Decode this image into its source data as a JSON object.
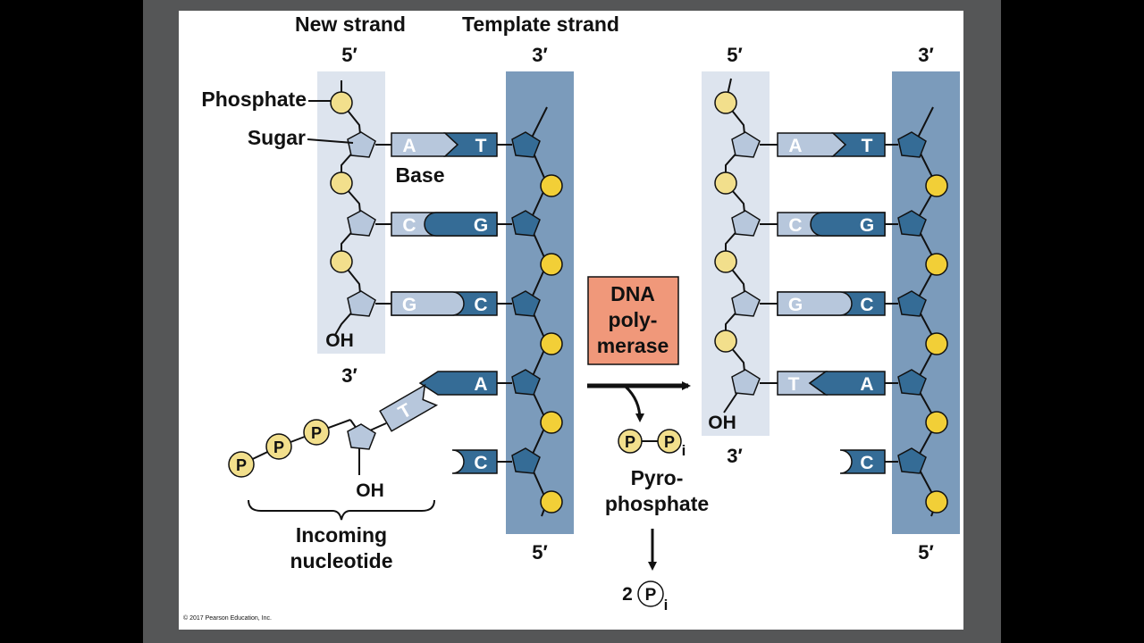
{
  "labels": {
    "new_strand": "New strand",
    "template_strand": "Template strand",
    "phosphate": "Phosphate",
    "sugar": "Sugar",
    "base": "Base",
    "five_prime": "5′",
    "three_prime": "3′",
    "oh": "OH",
    "incoming_nucleotide_line1": "Incoming",
    "incoming_nucleotide_line2": "nucleotide",
    "enzyme_line1": "DNA",
    "enzyme_line2": "poly-",
    "enzyme_line3": "merase",
    "pyro_line1": "Pyro-",
    "pyro_line2": "phosphate",
    "p": "P",
    "i": "i",
    "two": "2",
    "copyright": "© 2017 Pearson Education, Inc."
  },
  "left_pairs": [
    {
      "new": "A",
      "template": "T"
    },
    {
      "new": "C",
      "template": "G"
    },
    {
      "new": "G",
      "template": "C"
    }
  ],
  "left_unpaired_template": [
    "A",
    "C"
  ],
  "incoming_base": "T",
  "right_pairs": [
    {
      "new": "A",
      "template": "T"
    },
    {
      "new": "C",
      "template": "G"
    },
    {
      "new": "G",
      "template": "C"
    },
    {
      "new": "T",
      "template": "A"
    }
  ],
  "right_unpaired_template": [
    "C"
  ],
  "colors": {
    "new_strand_band": "#dde4ee",
    "template_band": "#7b9bbb",
    "light_base": "#b7c7dc",
    "dark_base": "#356c96",
    "phosphate": "#f2df8c",
    "template_phosphate": "#f2cf37",
    "enzyme_box": "#f0987a"
  }
}
